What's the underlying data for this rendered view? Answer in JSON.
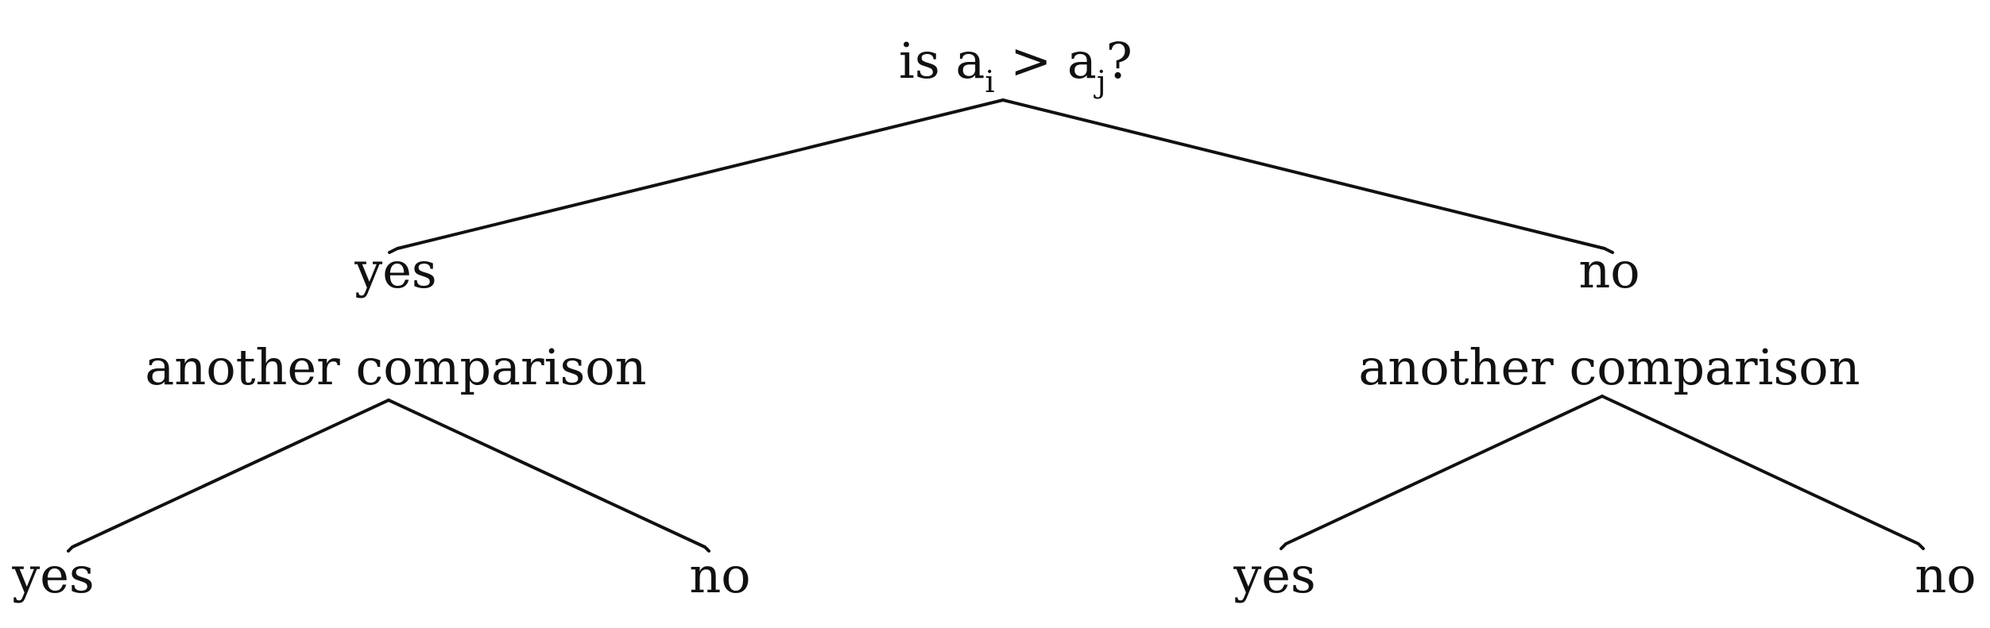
{
  "root": {
    "prefix": "is a",
    "sub_i": "i",
    "operator": " > a",
    "sub_j": "j",
    "suffix": "?"
  },
  "left_branch": {
    "answer": "yes",
    "followup": "another comparison",
    "leaf_yes": "yes",
    "leaf_no": "no"
  },
  "right_branch": {
    "answer": "no",
    "followup": "another comparison",
    "leaf_yes": "yes",
    "leaf_no": "no"
  }
}
